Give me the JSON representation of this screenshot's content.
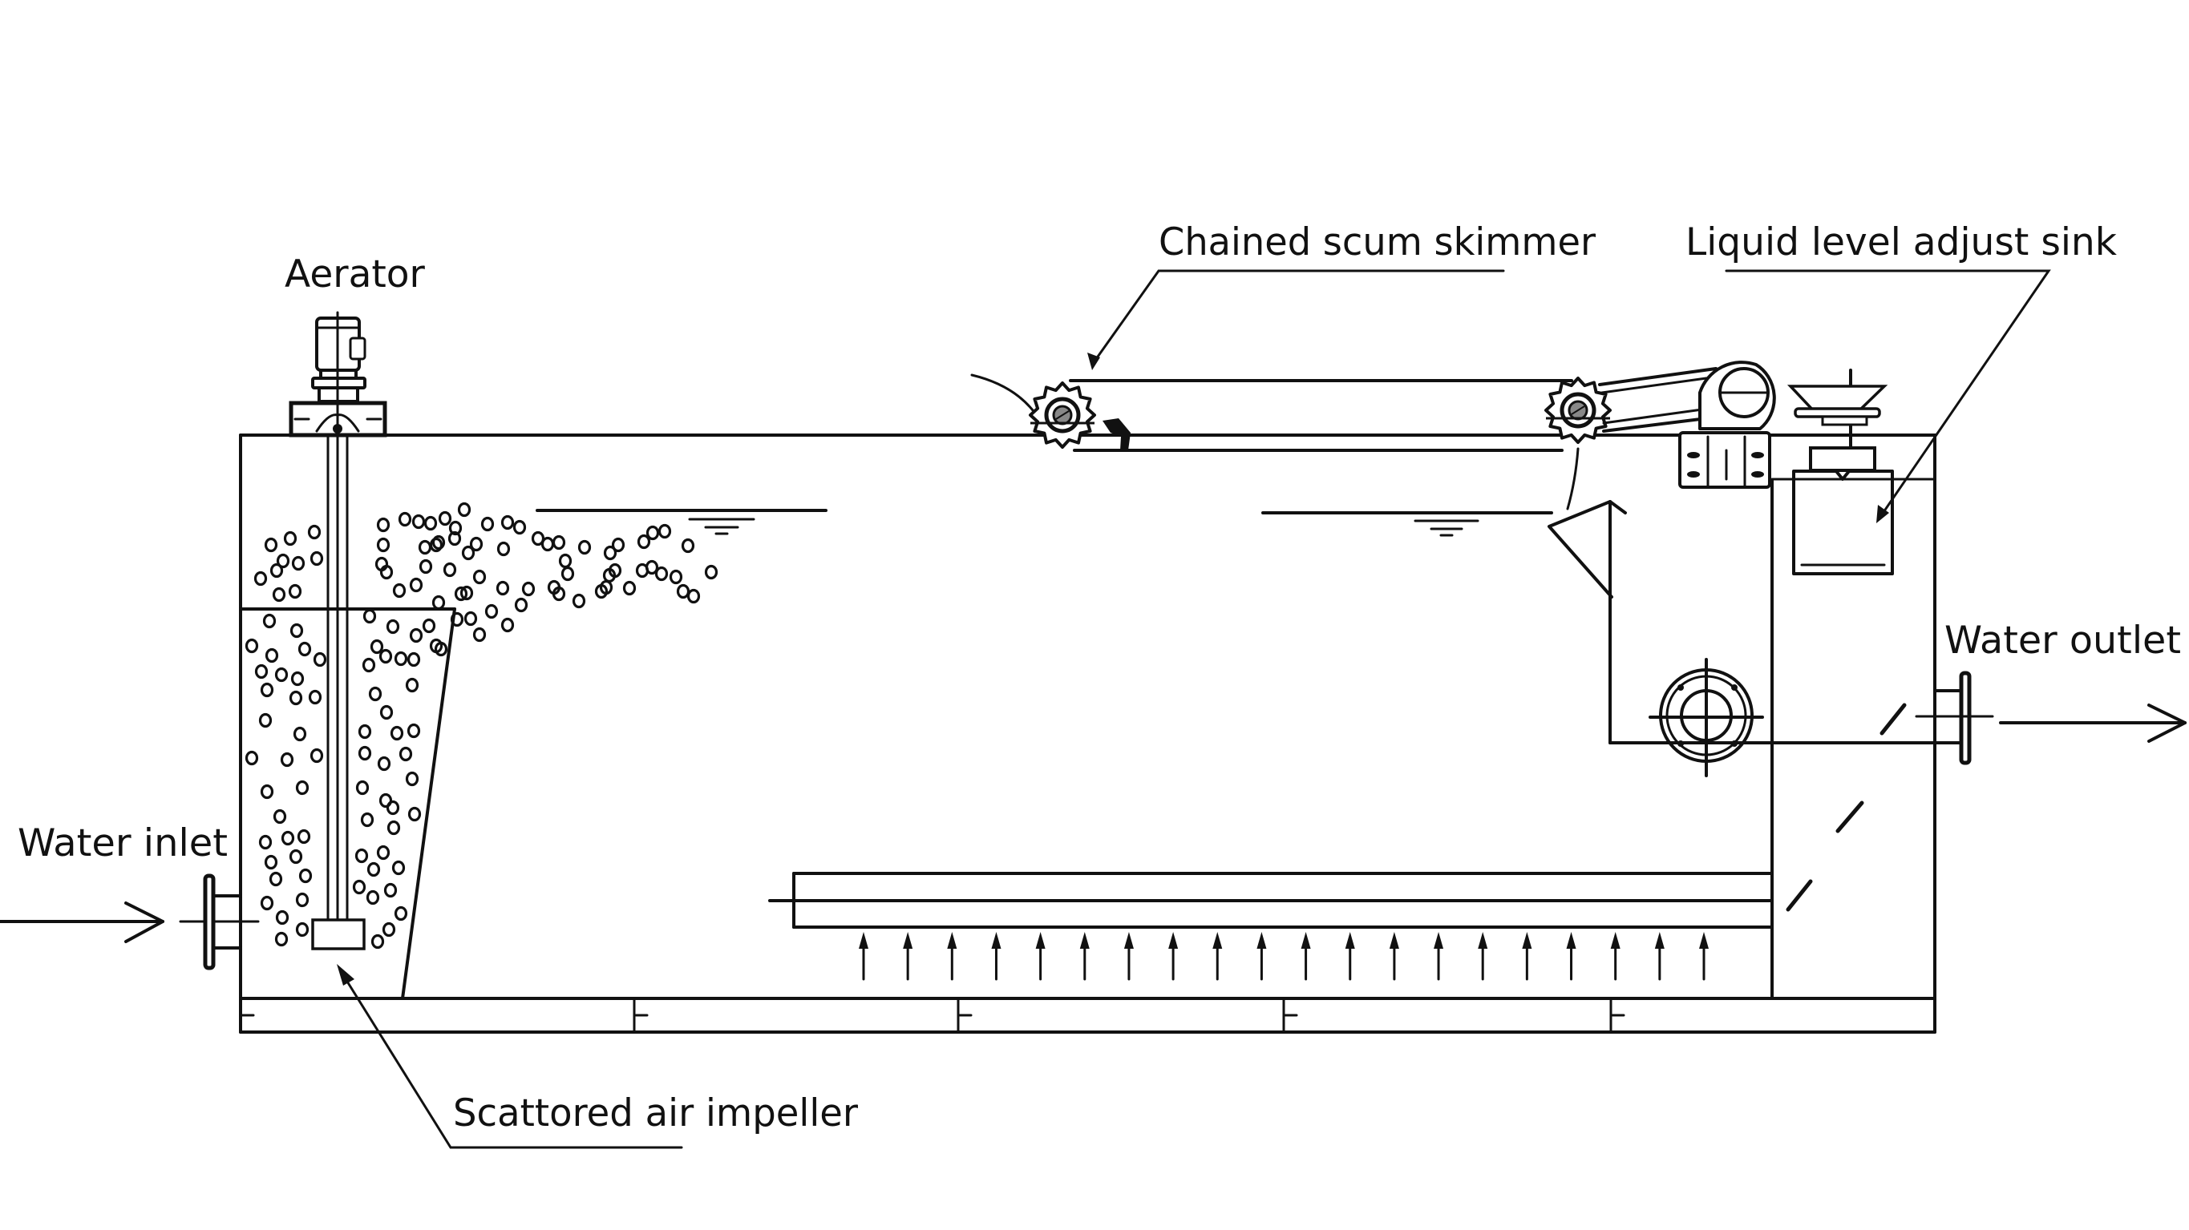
{
  "diagram": {
    "title": "Dissolved air flotation tank schematic",
    "colors": {
      "line": "#111111",
      "background": "#ffffff"
    },
    "labels": {
      "aerator": "Aerator",
      "chained_scum_skimmer": "Chained scum skimmer",
      "liquid_level_adjust_sink": "Liquid level adjust sink",
      "water_outlet": "Water outlet",
      "water_inlet": "Water inlet",
      "scattored_air_impeller": "Scattored air impeller"
    },
    "components": [
      {
        "id": "aerator",
        "name": "Aerator",
        "icon": "motor-icon"
      },
      {
        "id": "impeller",
        "name": "Scattored air impeller",
        "icon": "impeller-icon"
      },
      {
        "id": "skimmer",
        "name": "Chained scum skimmer",
        "icon": "sprocket-icon"
      },
      {
        "id": "sink",
        "name": "Liquid level adjust sink",
        "icon": "handwheel-icon"
      },
      {
        "id": "inlet",
        "name": "Water inlet",
        "icon": "flange-icon"
      },
      {
        "id": "outlet",
        "name": "Water outlet",
        "icon": "flange-icon"
      }
    ],
    "flow_arrow_count": 20,
    "water_level_symbols": 2,
    "floor_segments": 5
  }
}
